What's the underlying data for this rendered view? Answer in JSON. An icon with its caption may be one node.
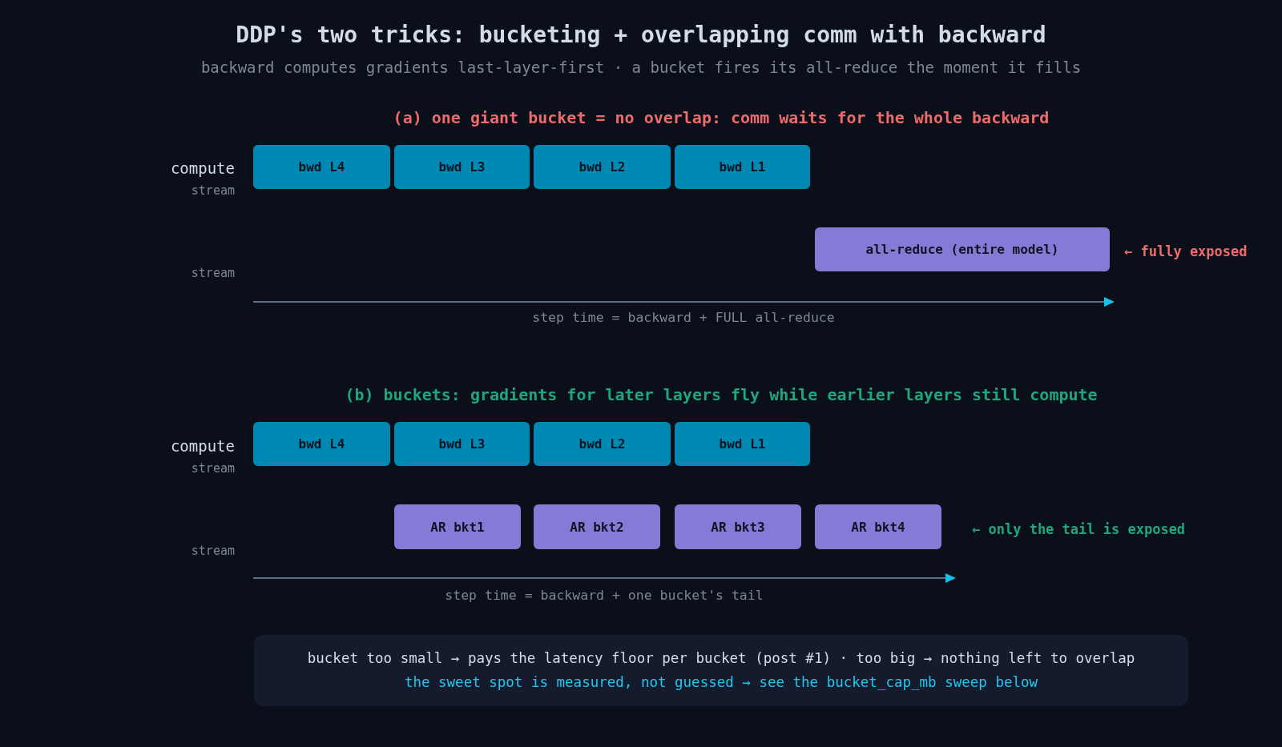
{
  "diagram": {
    "title": "DDP's two tricks: bucketing + overlapping comm with backward",
    "nodes": [
      {
        "text": [
          "bwd L4"
        ]
      },
      {
        "text": [
          "bwd L3"
        ]
      },
      {
        "text": [
          "bwd L2"
        ]
      },
      {
        "text": [
          "bwd L1"
        ]
      },
      {
        "text": [
          "all-reduce (entire model)"
        ]
      },
      {
        "text": [
          "bwd L4"
        ]
      },
      {
        "text": [
          "bwd L3"
        ]
      },
      {
        "text": [
          "bwd L2"
        ]
      },
      {
        "text": [
          "bwd L1"
        ]
      },
      {
        "text": [
          "AR bkt1"
        ]
      },
      {
        "text": [
          "AR bkt2"
        ]
      },
      {
        "text": [
          "AR bkt3"
        ]
      },
      {
        "text": [
          "AR bkt4"
        ]
      },
      {
        "text": [
          "bucket too small → pays the latency floor per bucket (post #1) · too big → nothing left to overlap",
          "the sweet spot is measured, not guessed → see the bucket_cap_mb sweep below"
        ]
      }
    ],
    "labels": [
      "backward computes gradients last-layer-first · a bucket fires its all-reduce the moment it fills",
      "(a) one giant bucket = no overlap: comm waits for the whole backward",
      "compute",
      "stream",
      "stream",
      "← fully exposed",
      "step time = backward + FULL all-reduce",
      "(b) buckets: gradients for later layers fly while earlier layers still compute",
      "compute",
      "stream",
      "stream",
      "← only the tail is exposed",
      "step time = backward + one bucket's tail"
    ]
  }
}
